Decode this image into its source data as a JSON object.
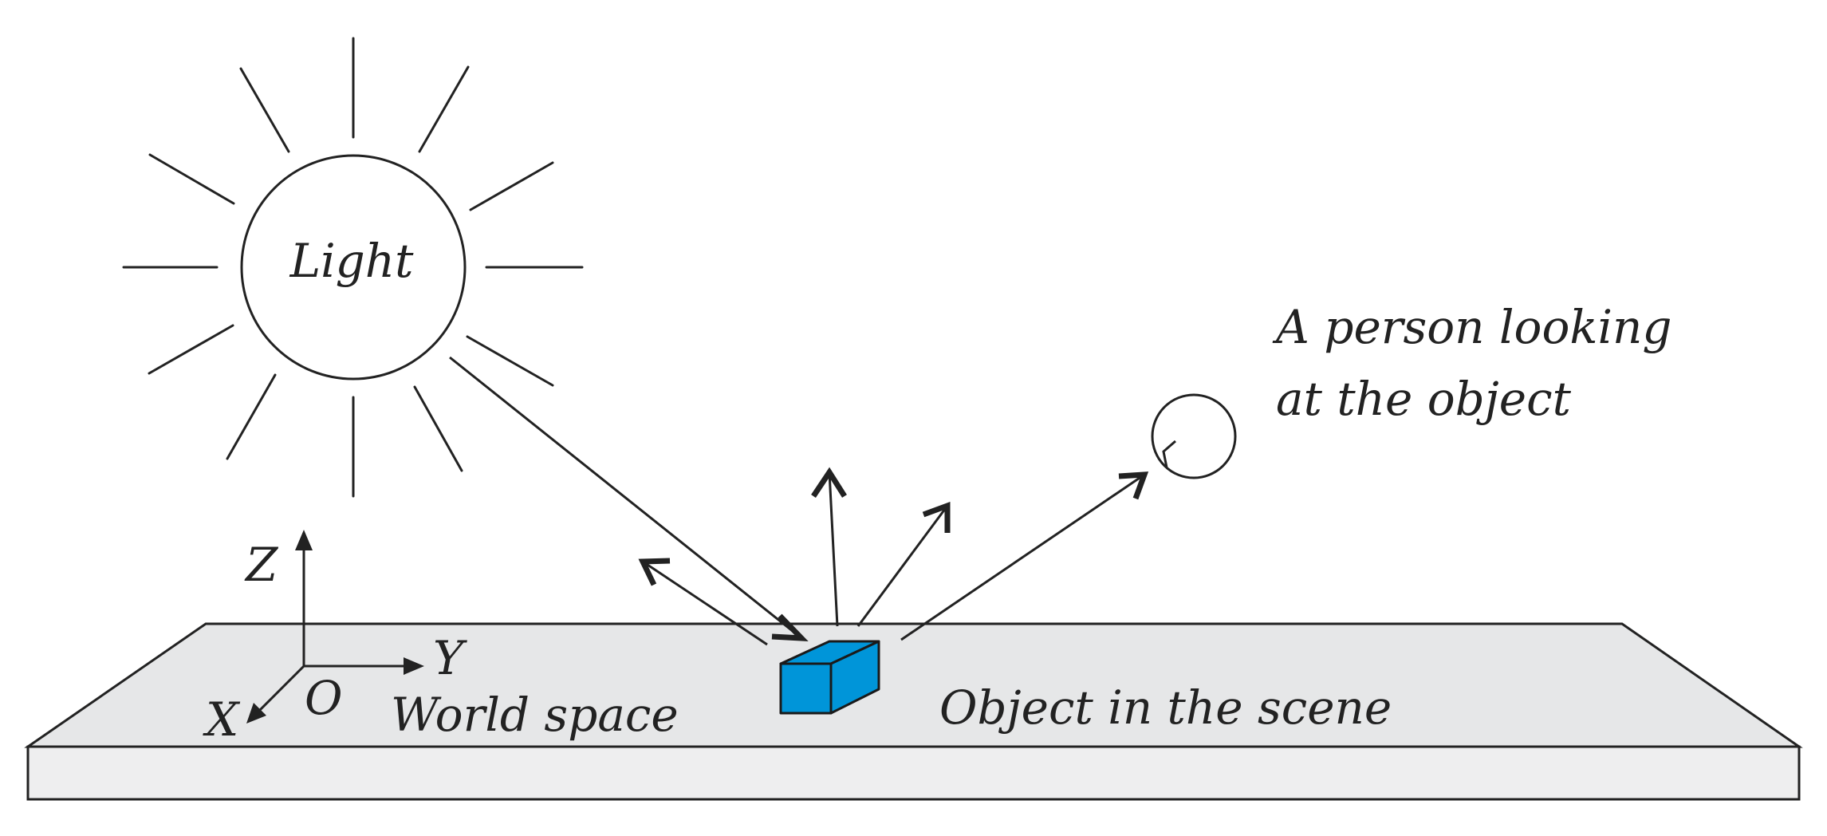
{
  "labels": {
    "light": "Light",
    "person": [
      "A person looking",
      "at the object"
    ],
    "axis_z": "Z",
    "axis_y": "Y",
    "axis_x": "X",
    "origin": "O",
    "world_space": "World space",
    "object": "Object in the scene"
  },
  "colors": {
    "line": "#222222",
    "floor_top": "#e6e7e8",
    "floor_front": "#eeeeef",
    "object_fill": "#0095d9",
    "object_stroke": "#1a1a1a"
  }
}
